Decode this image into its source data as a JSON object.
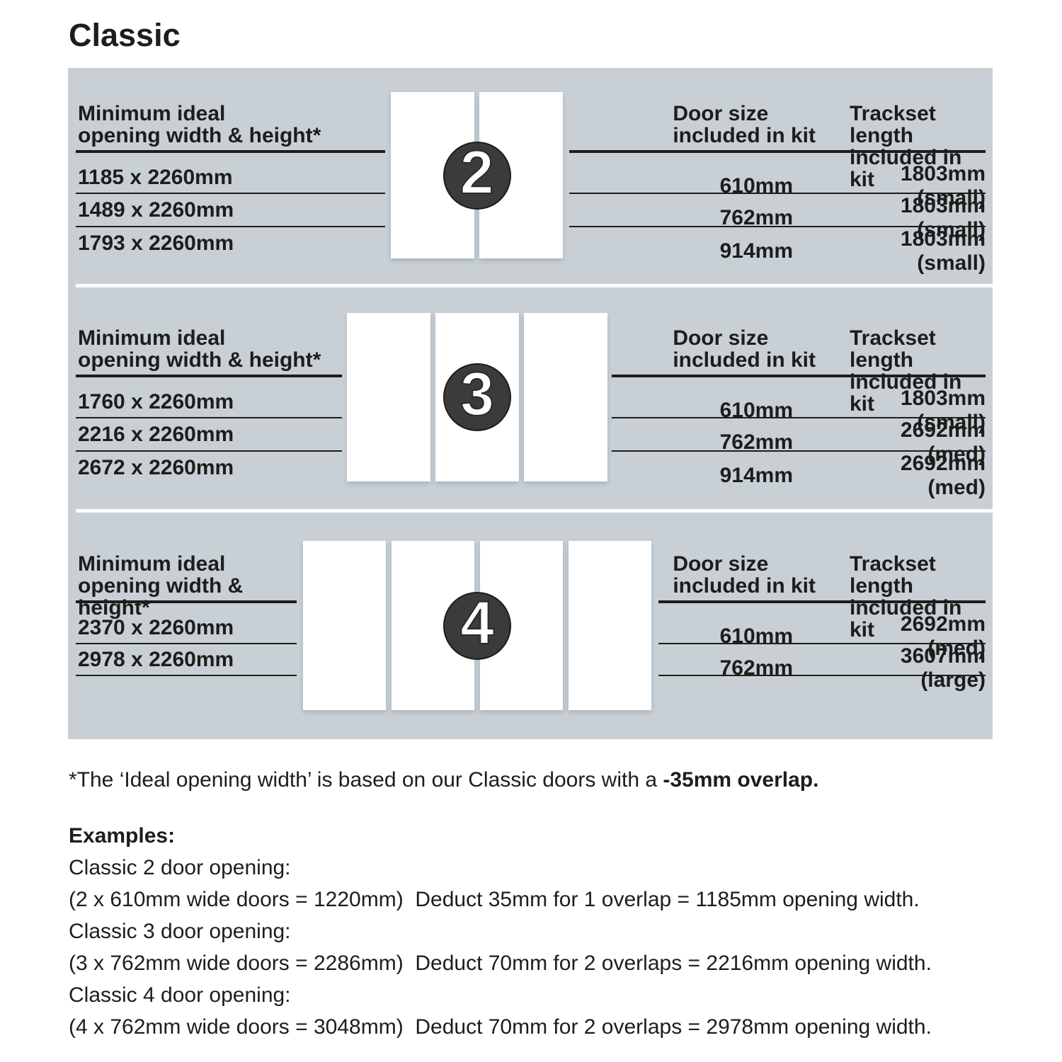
{
  "title": "Classic",
  "colors": {
    "panel_bg": "#c8d0d6",
    "badge_bg": "#3b3b39",
    "line_color": "#1d1d1b",
    "text_color": "#1d1d1b",
    "door_color": "#ffffff"
  },
  "columns": {
    "opening_l1": "Minimum ideal",
    "opening_l2": "opening width & height*",
    "door_size_l1": "Door size",
    "door_size_l2": "included in kit",
    "trackset_l1": "Trackset length",
    "trackset_l2": "included in kit"
  },
  "sections": [
    {
      "badge": "2",
      "rows": [
        {
          "opening": "1185 x 2260mm",
          "door_size": "610mm",
          "trackset": "1803mm (small)"
        },
        {
          "opening": "1489 x 2260mm",
          "door_size": "762mm",
          "trackset": "1803mm (small)"
        },
        {
          "opening": "1793 x 2260mm",
          "door_size": "914mm",
          "trackset": "1803mm (small)"
        }
      ]
    },
    {
      "badge": "3",
      "rows": [
        {
          "opening": "1760 x 2260mm",
          "door_size": "610mm",
          "trackset": "1803mm (small)"
        },
        {
          "opening": "2216 x 2260mm",
          "door_size": "762mm",
          "trackset": "2692mm (med)"
        },
        {
          "opening": "2672 x 2260mm",
          "door_size": "914mm",
          "trackset": "2692mm (med)"
        }
      ]
    },
    {
      "badge": "4",
      "rows": [
        {
          "opening": "2370 x 2260mm",
          "door_size": "610mm",
          "trackset": "2692mm (med)"
        },
        {
          "opening": "2978 x 2260mm",
          "door_size": "762mm",
          "trackset": "3607mm (large)"
        }
      ]
    }
  ],
  "footnote": {
    "prefix": "*The ‘Ideal opening width’ is based on our Classic doors with a ",
    "bold": "-35mm overlap."
  },
  "examples": {
    "heading": "Examples:",
    "items": [
      {
        "label": "Classic 2 door opening:",
        "detail": "(2 x 610mm wide doors = 1220mm)  Deduct 35mm for 1 overlap = 1185mm opening width."
      },
      {
        "label": "Classic 3 door opening:",
        "detail": "(3 x 762mm wide doors = 2286mm)  Deduct 70mm for 2 overlaps = 2216mm opening width."
      },
      {
        "label": "Classic 4 door opening:",
        "detail": "(4 x 762mm wide doors = 3048mm)  Deduct 70mm for 2 overlaps = 2978mm opening width."
      }
    ]
  }
}
